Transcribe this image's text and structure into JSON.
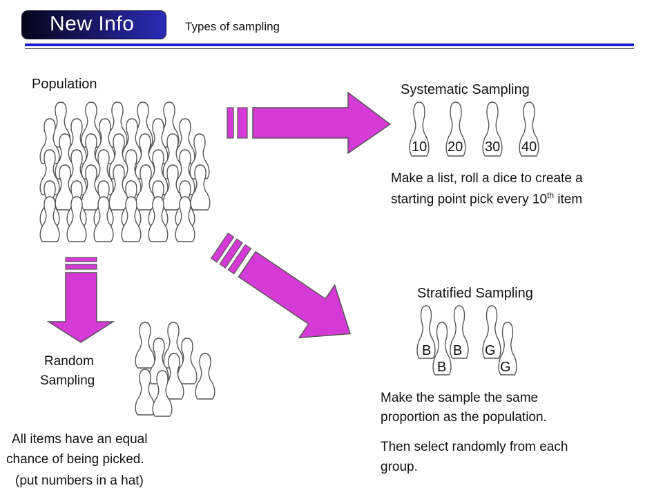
{
  "header": {
    "title": "New Info",
    "subtitle": "Types of sampling"
  },
  "population": {
    "label": "Population"
  },
  "systematic": {
    "title": "Systematic Sampling",
    "pin_labels": [
      "10",
      "20",
      "30",
      "40"
    ],
    "description_line1": "Make a list, roll a dice to create a",
    "description_line2_pre": "starting point pick every 10",
    "description_line2_sup": "th",
    "description_line2_post": " item"
  },
  "random": {
    "label_line1": "Random",
    "label_line2": "Sampling",
    "description_line1": "All items have an equal",
    "description_line2": "chance of being picked.",
    "description_line3": "(put numbers in a hat)"
  },
  "stratified": {
    "title": "Stratified Sampling",
    "pin_labels": [
      "B",
      "B",
      "B",
      "G",
      "G"
    ],
    "description_line1": "Make the sample the same",
    "description_line2": "proportion as the population.",
    "description_line3": "Then select randomly from each",
    "description_line4": "group."
  },
  "colors": {
    "arrow_fill": "#d63ad6",
    "arrow_stroke": "#555555",
    "header_rule": "#1a1ad0",
    "header_badge": "#1a1a6e",
    "pin_stroke": "#555555"
  }
}
